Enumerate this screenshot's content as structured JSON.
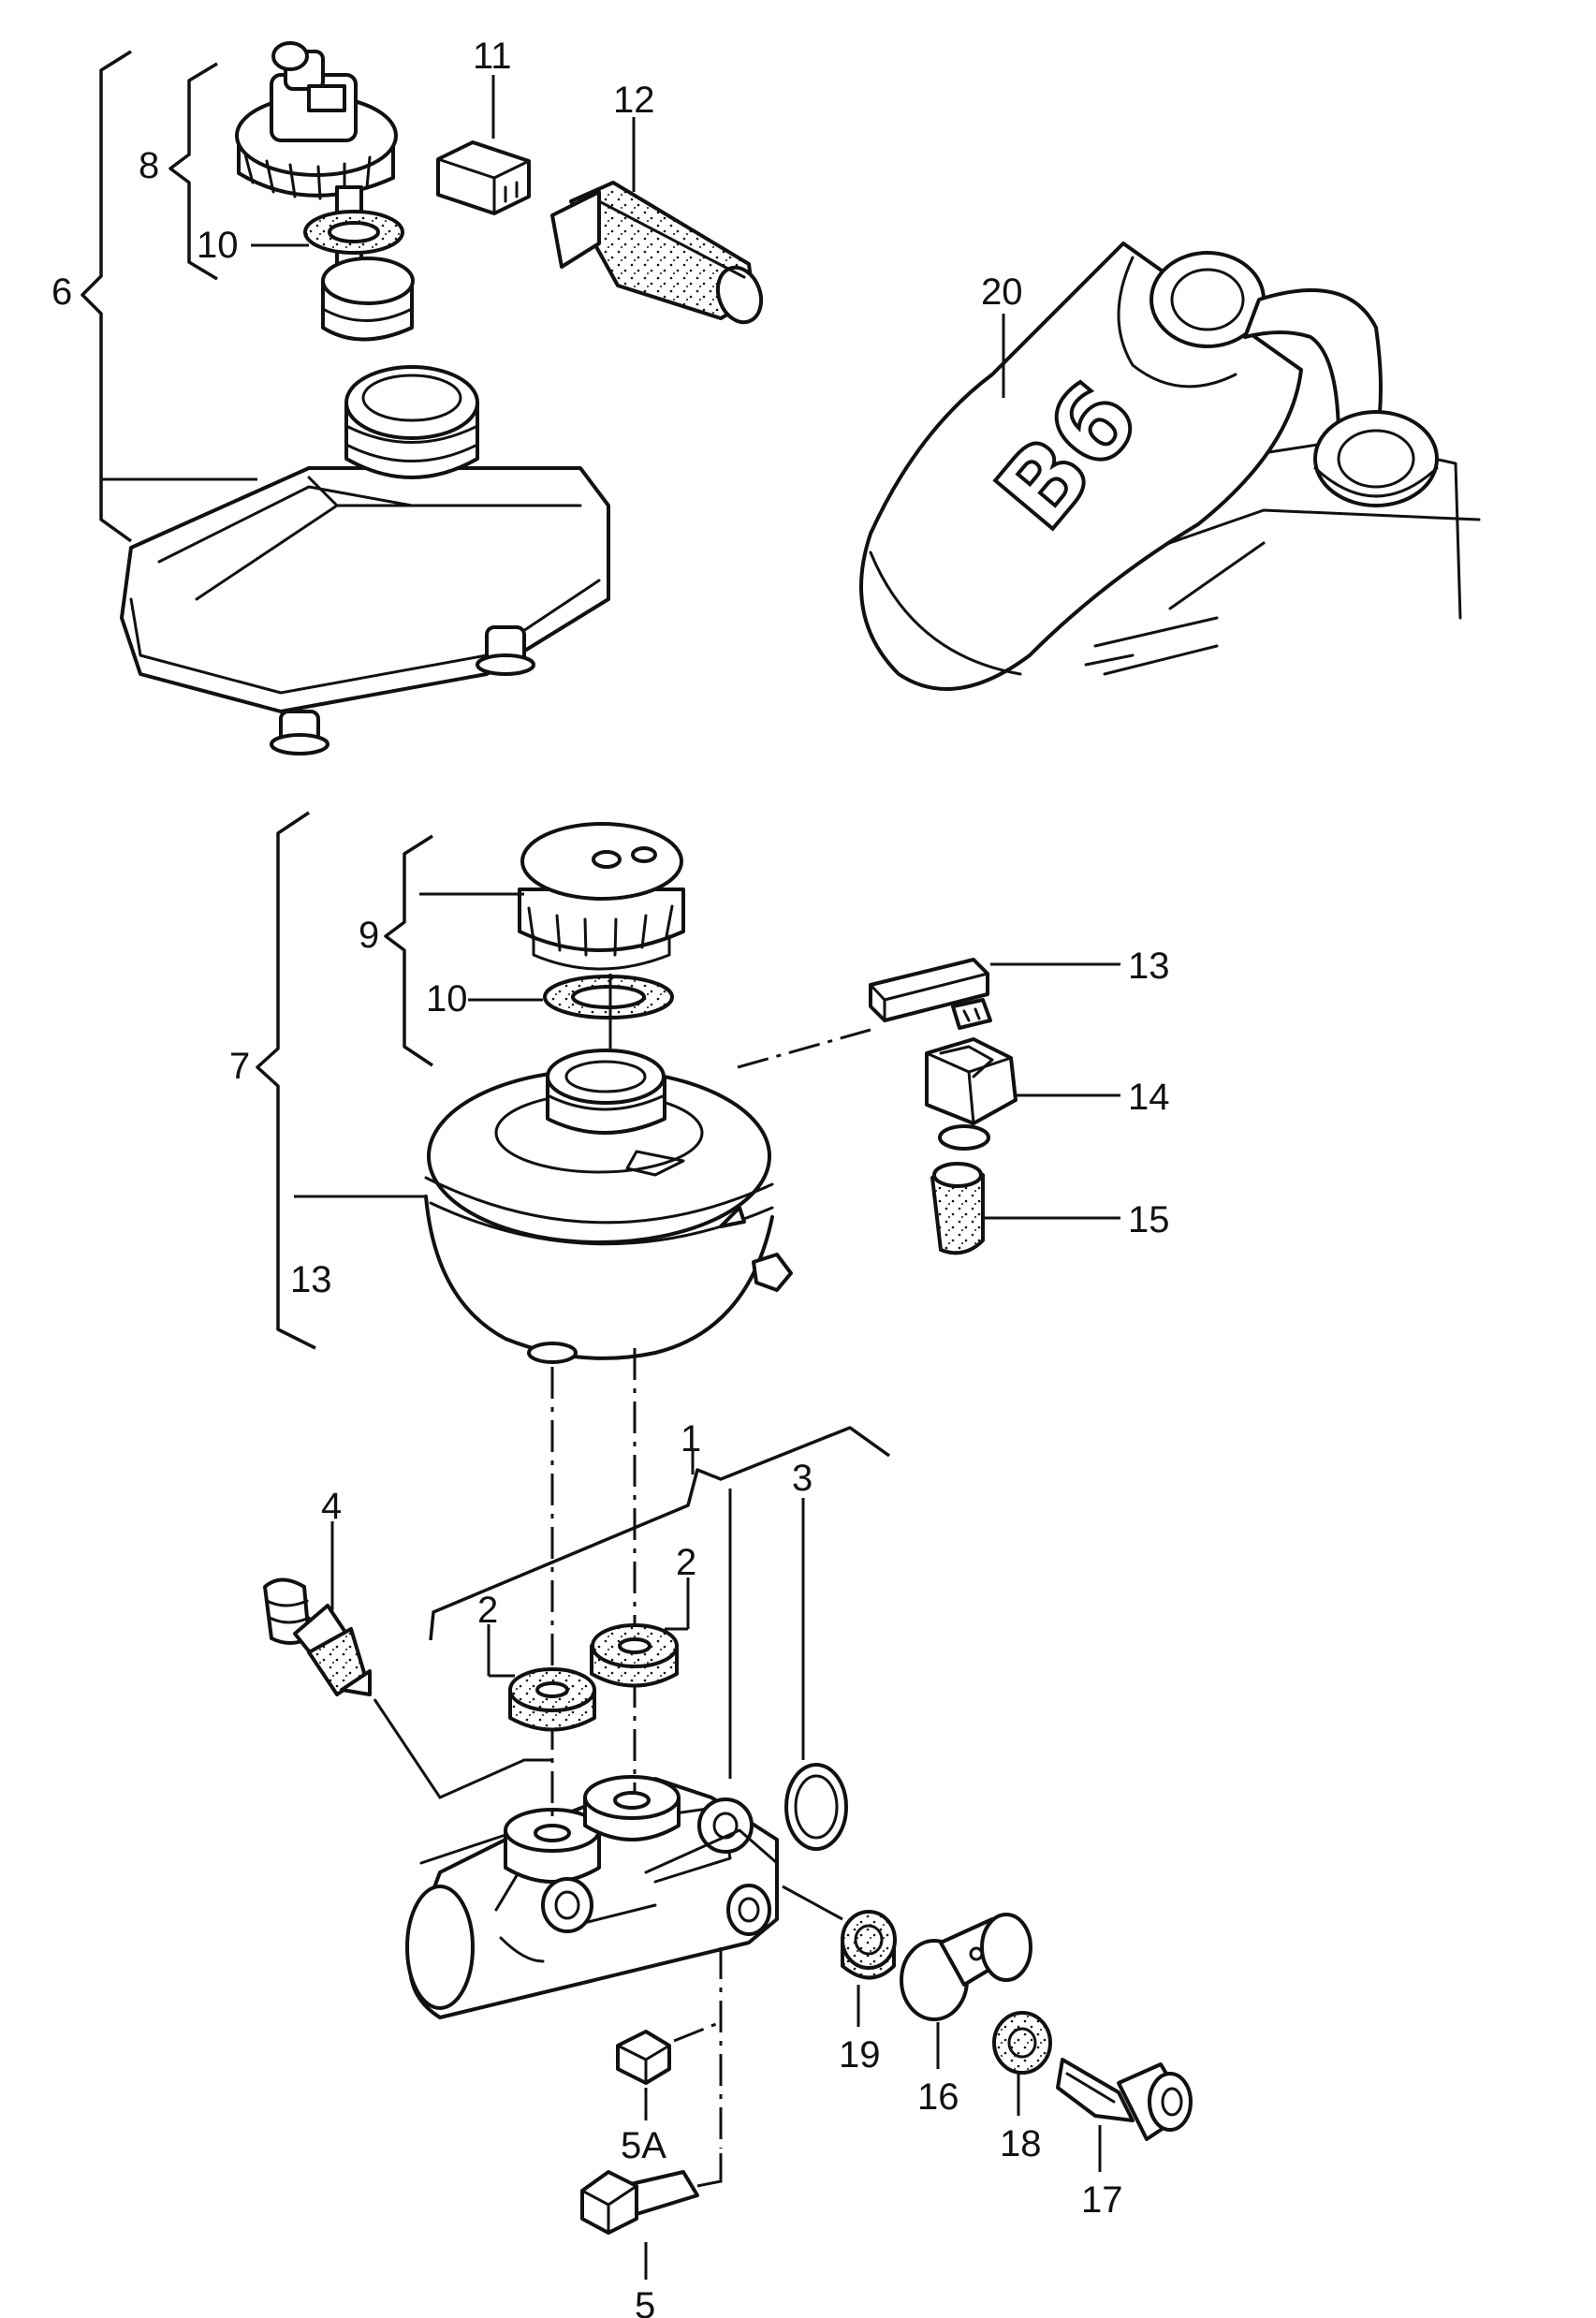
{
  "callouts": {
    "c1": "1",
    "c2a": "2",
    "c2b": "2",
    "c3": "3",
    "c4": "4",
    "c5": "5",
    "c5a": "5A",
    "c6": "6",
    "c7": "7",
    "c8": "8",
    "c9": "9",
    "c10a": "10",
    "c10b": "10",
    "c11": "11",
    "c12": "12",
    "c13a": "13",
    "c13b": "13",
    "c14": "14",
    "c15": "15",
    "c16": "16",
    "c17": "17",
    "c18": "18",
    "c19": "19",
    "c20": "20"
  },
  "can_label": "B6",
  "colors": {
    "ink": "#111111",
    "paper": "#ffffff"
  }
}
